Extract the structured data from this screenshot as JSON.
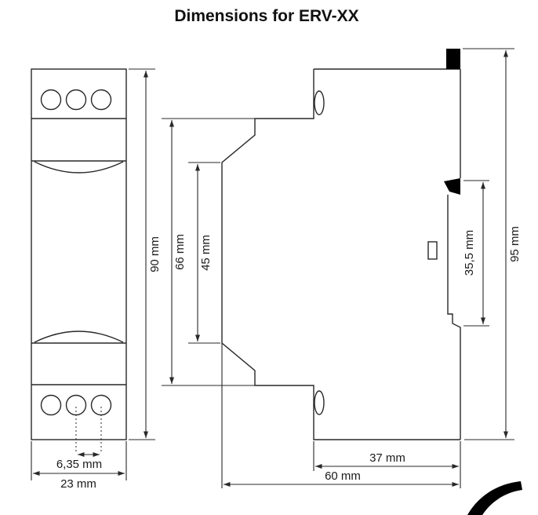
{
  "title": "Dimensions for ERV-XX",
  "colors": {
    "line": "#282828",
    "background": "#ffffff",
    "logo": "#000000"
  },
  "dimensions": {
    "front_height": "90 mm",
    "body_height": "66 mm",
    "recess_height": "45 mm",
    "overall_height": "95 mm",
    "din_clip_height": "35,5 mm",
    "terminal_pitch": "6,35 mm",
    "front_width": "23 mm",
    "rear_depth": "37 mm",
    "overall_depth": "60 mm"
  },
  "graphics": {
    "logo_swoosh": "black curved swoosh mark (bottom-right)"
  }
}
